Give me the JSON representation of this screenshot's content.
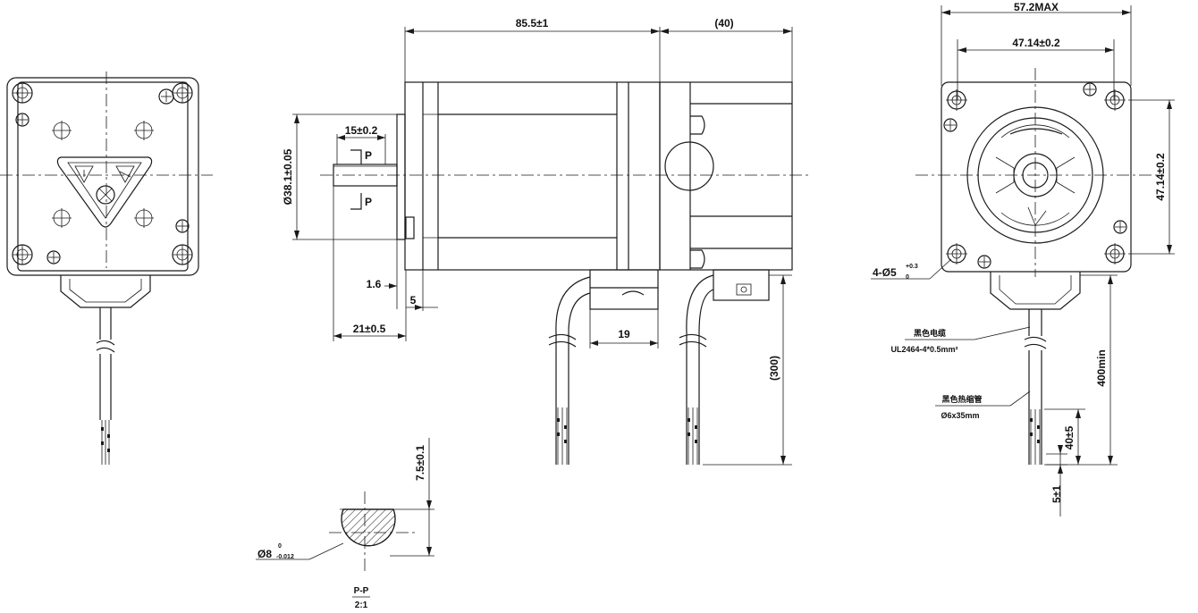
{
  "dimensions": {
    "body_length": "85.5±1",
    "encoder_length": "(40)",
    "shaft_pilot": "Ø38.1±0.05",
    "shaft_key_len": "15±0.2",
    "section_mark": "P",
    "flange_thickness": "1.6",
    "pilot_depth": "5",
    "shaft_length": "21±0.5",
    "connector_width": "19",
    "cable_length_side": "(300)",
    "flat_width": "7.5±0.1",
    "shaft_dia_main": "Ø8",
    "shaft_tol_upper": "0",
    "shaft_tol_lower": "-0.012",
    "section_title": "P-P",
    "section_scale": "2:1",
    "flange_max": "57.2MAX",
    "hole_pitch_h": "47.14±0.2",
    "hole_pitch_v": "47.14±0.2",
    "mount_holes_main": "4-Ø5",
    "mount_holes_tol_upper": "+0.3",
    "mount_holes_tol_lower": "0",
    "cable_label_cn": "黑色电缆",
    "cable_label_spec": "UL2464-4*0.5mm²",
    "sleeve_label_cn": "黑色热缩管",
    "sleeve_label_spec": "Ø6x35mm",
    "cable_length_rear": "400min",
    "strip_length": "40±5",
    "tip_length": "5±1"
  }
}
